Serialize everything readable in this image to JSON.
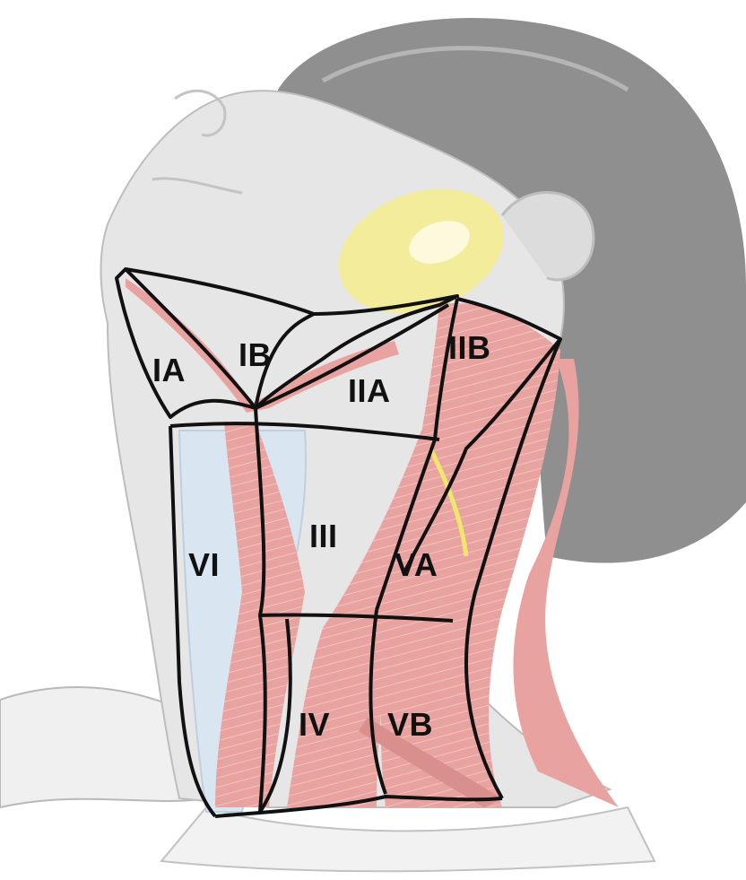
{
  "diagram": {
    "levels": [
      {
        "id": "IA",
        "label": "IA"
      },
      {
        "id": "IB",
        "label": "IB"
      },
      {
        "id": "IIA",
        "label": "IIA"
      },
      {
        "id": "IIB",
        "label": "IIB"
      },
      {
        "id": "III",
        "label": "III"
      },
      {
        "id": "IV",
        "label": "IV"
      },
      {
        "id": "VA",
        "label": "VA"
      },
      {
        "id": "VB",
        "label": "VB"
      },
      {
        "id": "VI",
        "label": "VI"
      }
    ],
    "colors": {
      "skin": "#e6e6e6",
      "skin_shadow": "#d2d2d2",
      "hair": "#8f8f8f",
      "muscle": "#e8a3a0",
      "muscle_fiber": "#f3c9c6",
      "gland": "#f3ec9a",
      "airway": "#d9e6f2",
      "boundary": "#111111"
    }
  }
}
